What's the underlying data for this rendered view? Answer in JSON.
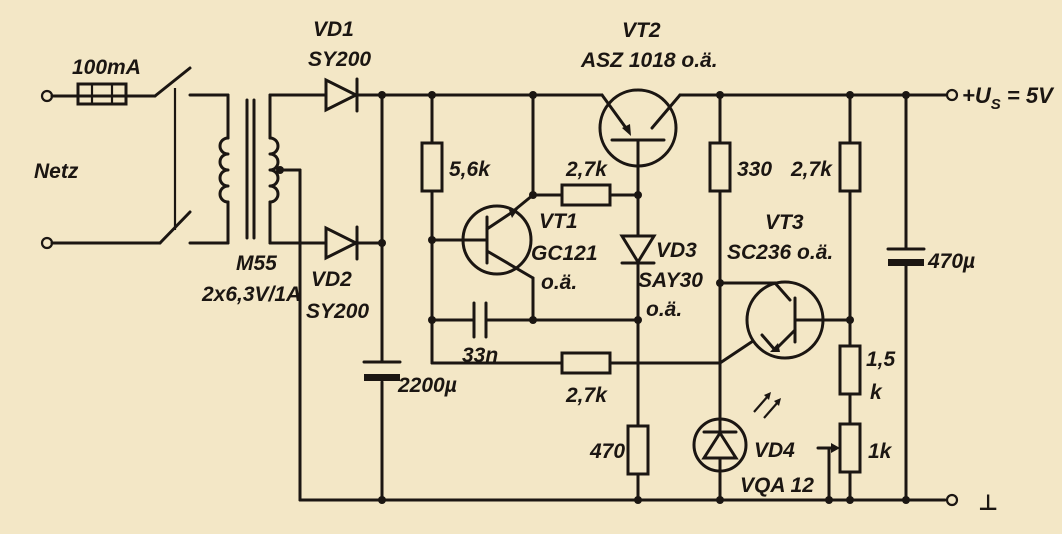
{
  "colors": {
    "paper": "#f3e7c6",
    "ink": "#1b1612"
  },
  "fuse": {
    "label": "100mA"
  },
  "mains": {
    "label": "Netz"
  },
  "transformer": {
    "label_line1": "M55",
    "label_line2": "2x6,3V/1A"
  },
  "vd1": {
    "name": "VD1",
    "type": "SY200"
  },
  "vd2": {
    "name": "VD2",
    "type": "SY200"
  },
  "c_input": {
    "value": "2200µ"
  },
  "r_5k6": {
    "value": "5,6k"
  },
  "r_2k7_base": {
    "value": "2,7k"
  },
  "r_2k7_feedback": {
    "value": "2,7k"
  },
  "c_33n": {
    "value": "33n"
  },
  "vt1": {
    "name": "VT1",
    "type": "GC121",
    "suffix": "o.ä."
  },
  "vt2": {
    "name": "VT2",
    "type": "ASZ 1018 o.ä."
  },
  "vd3": {
    "name": "VD3",
    "type": "SAY30",
    "suffix": "o.ä."
  },
  "r_470": {
    "value": "470"
  },
  "r_330": {
    "value": "330"
  },
  "vd4": {
    "name": "VD4",
    "type": "VQA 12"
  },
  "vt3": {
    "name": "VT3",
    "type": "SC236 o.ä."
  },
  "r_2k7_divider": {
    "value": "2,7k"
  },
  "r_1k5": {
    "value_line1": "1,5",
    "value_line2": "k"
  },
  "pot_1k": {
    "value": "1k"
  },
  "c_output": {
    "value": "470µ"
  },
  "output": {
    "label_prefix": "+U",
    "label_subscript": "S",
    "label_value": " = 5V"
  },
  "ground": {
    "symbol": "⊥"
  }
}
